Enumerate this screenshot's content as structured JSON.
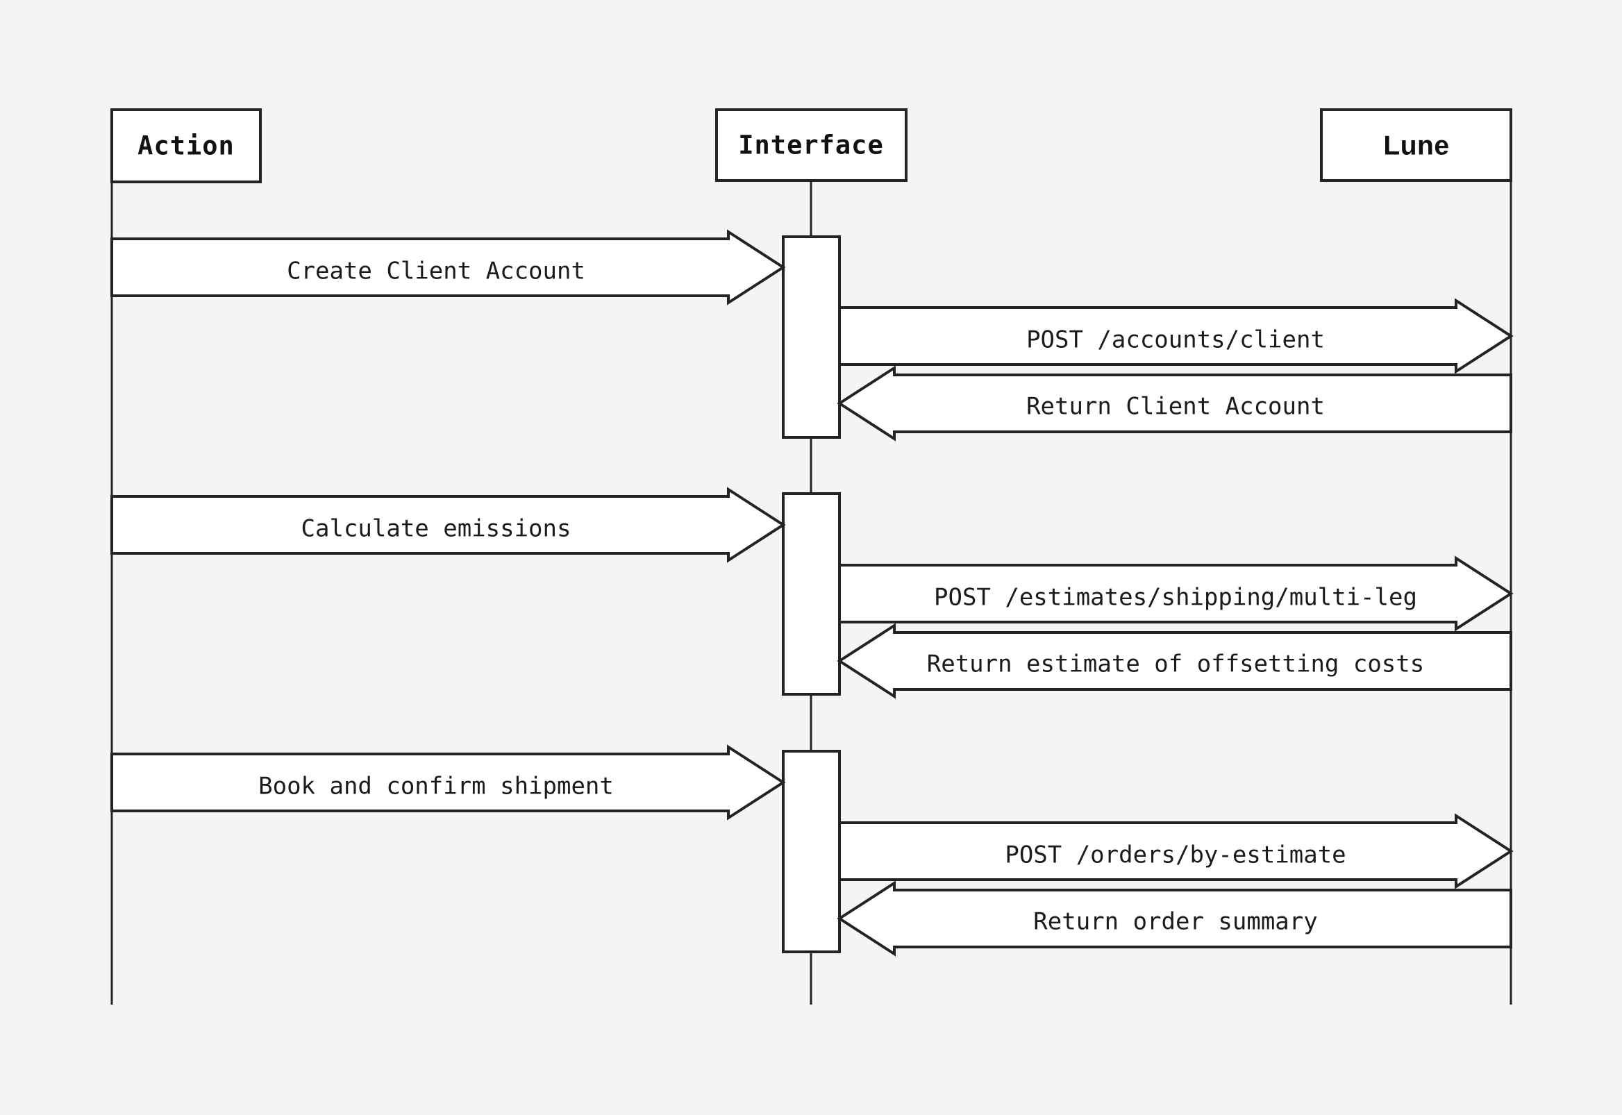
{
  "diagram": {
    "type": "sequence-diagram",
    "background_color": "#f4f4f3",
    "line_color": "#232323",
    "fill_color": "#ffffff",
    "participants": [
      {
        "id": "action",
        "label": "Action",
        "style": "mono-bold"
      },
      {
        "id": "interface",
        "label": "Interface",
        "style": "mono-bold"
      },
      {
        "id": "lune",
        "label": "Lune",
        "style": "sans-bold"
      }
    ],
    "messages": [
      {
        "index": 0,
        "label": "Create Client Account",
        "from": "action",
        "to": "interface",
        "direction": "right"
      },
      {
        "index": 1,
        "label": "POST /accounts/client",
        "from": "interface",
        "to": "lune",
        "direction": "right"
      },
      {
        "index": 2,
        "label": "Return Client Account",
        "from": "lune",
        "to": "interface",
        "direction": "left"
      },
      {
        "index": 3,
        "label": "Calculate emissions",
        "from": "action",
        "to": "interface",
        "direction": "right"
      },
      {
        "index": 4,
        "label": "POST /estimates/shipping/multi-leg",
        "from": "interface",
        "to": "lune",
        "direction": "right"
      },
      {
        "index": 5,
        "label": "Return estimate of offsetting costs",
        "from": "lune",
        "to": "interface",
        "direction": "left"
      },
      {
        "index": 6,
        "label": "Book and confirm shipment",
        "from": "action",
        "to": "interface",
        "direction": "right"
      },
      {
        "index": 7,
        "label": "POST /orders/by-estimate",
        "from": "interface",
        "to": "lune",
        "direction": "right"
      },
      {
        "index": 8,
        "label": "Return order summary",
        "from": "lune",
        "to": "interface",
        "direction": "left"
      }
    ]
  }
}
